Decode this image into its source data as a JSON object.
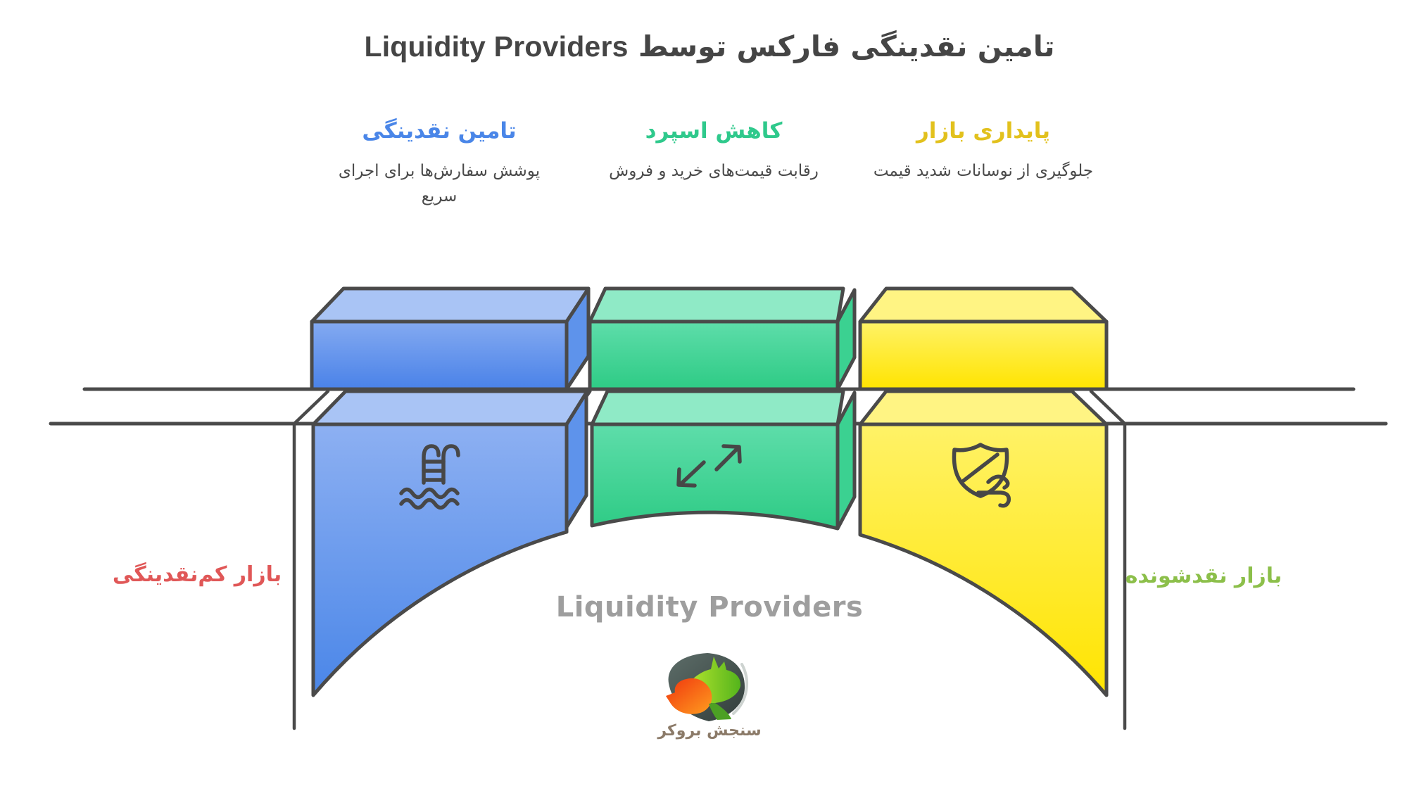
{
  "page": {
    "background": "#ffffff",
    "line_color": "#4a4a4a"
  },
  "title": {
    "fa": "تامین نقدینگی فارکس توسط",
    "en": "Liquidity Providers",
    "color": "#454545"
  },
  "columns": [
    {
      "heading": "تامین نقدینگی",
      "heading_color": "#4a86e8",
      "description": "پوشش سفارش‌ها برای اجرای سریع",
      "icon": "pool-ladder-icon",
      "box_color": "#4a86e8"
    },
    {
      "heading": "کاهش اسپرد",
      "heading_color": "#2fc98c",
      "description": "رقابت قیمت‌های خرید و فروش",
      "icon": "resize-arrows-icon",
      "box_color": "#34d399"
    },
    {
      "heading": "پایداری بازار",
      "heading_color": "#e2c11d",
      "description": "جلوگیری از نوسانات شدید قیمت",
      "icon": "shield-wind-icon",
      "box_color": "#ffe81a"
    }
  ],
  "bridge": {
    "left_label": {
      "text": "بازار کم‌نقدینگی",
      "color": "#e05757"
    },
    "right_label": {
      "text": "بازار نقدشونده",
      "color": "#8cbf4a"
    },
    "center_label": {
      "text": "Liquidity Providers",
      "color": "#9e9e9e"
    }
  },
  "logo": {
    "wordmark": "سنجش بروکر"
  }
}
